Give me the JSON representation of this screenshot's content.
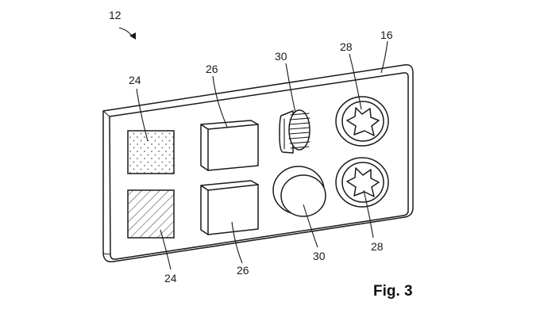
{
  "figure": {
    "caption": "Fig. 3",
    "references": {
      "device": "12",
      "panel": "16",
      "upper_texture_pad": "24",
      "lower_texture_pad": "24",
      "upper_block": "26",
      "lower_block": "26",
      "knurled_wheel": "30",
      "round_knob": "30",
      "upper_star_button": "28",
      "lower_star_button": "28"
    }
  }
}
